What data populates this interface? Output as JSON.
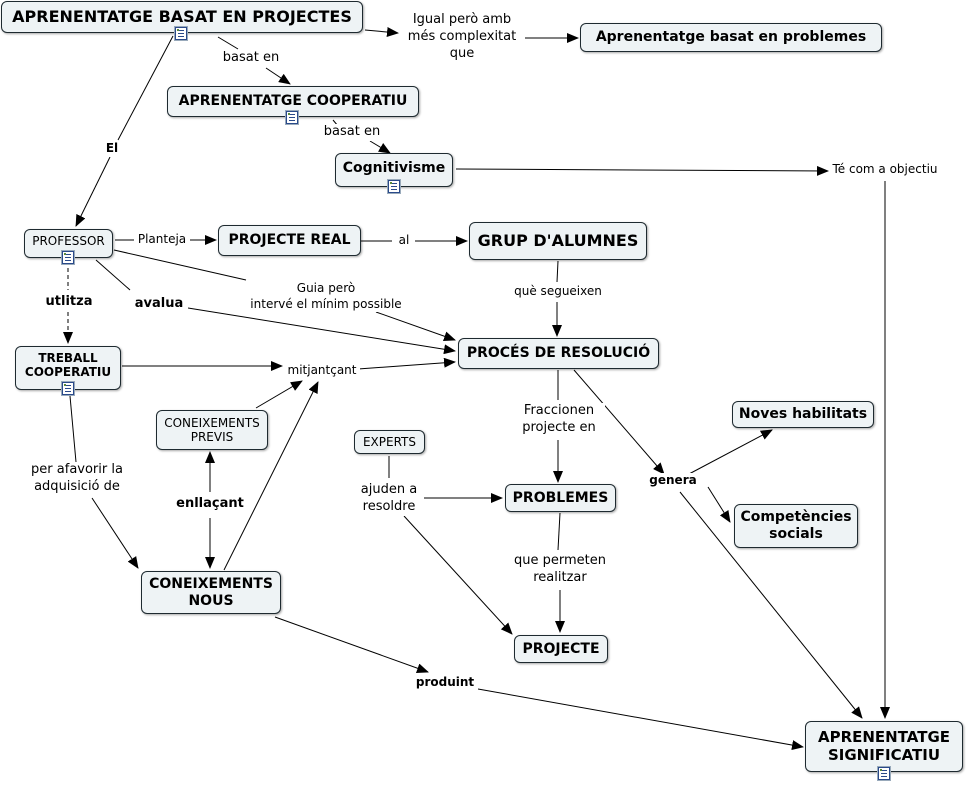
{
  "concepts": {
    "abp": "APRENENTATGE BASAT EN PROJECTES",
    "abproblemes": "Aprenentatge basat en problemes",
    "cooperatiu": "APRENENTATGE COOPERATIU",
    "cognitivisme": "Cognitivisme",
    "professor": "PROFESSOR",
    "projecte_real": "PROJECTE REAL",
    "grup": "GRUP D'ALUMNES",
    "proces": "PROCÉS DE RESOLUCIÓ",
    "treball_line1": "TREBALL",
    "treball_line2": "COOPERATIU",
    "coneix_previs_line1": "CONEIXEMENTS",
    "coneix_previs_line2": "PREVIS",
    "experts": "EXPERTS",
    "problemes": "PROBLEMES",
    "projecte": "PROJECTE",
    "coneix_nous_line1": "CONEIXEMENTS",
    "coneix_nous_line2": "NOUS",
    "noves": "Noves habilitats",
    "competencies_line1": "Competències",
    "competencies_line2": "socials",
    "significatiu_line1": "APRENENTATGE",
    "significatiu_line2": "SIGNIFICATIU"
  },
  "links": {
    "igual_line1": "Igual però amb",
    "igual_line2": "més complexitat",
    "igual_line3": "que",
    "basat_en_1": "basat en",
    "basat_en_2": "basat en",
    "el": "El",
    "te_com": "Té com a objectiu",
    "planteja": "Planteja",
    "al": "al",
    "que_segueixen": "què segueixen",
    "utlitza": "utlitza",
    "avalua": "avalua",
    "guia_line1": "Guia però",
    "guia_line2": "intervé el mínim possible",
    "mitjancant": "mitjantçant",
    "fraccionen_line1": "Fraccionen",
    "fraccionen_line2": "projecte en",
    "genera": "genera",
    "per_afavorir_line1": "per afavorir la",
    "per_afavorir_line2": "adquisició de",
    "enllacant": "enllaçant",
    "ajuden_line1": "ajuden a",
    "ajuden_line2": "resoldre",
    "que_permeten_line1": "que permeten",
    "que_permeten_line2": "realitzar",
    "produint": "produint"
  },
  "icons": {
    "doc": "document-icon"
  }
}
